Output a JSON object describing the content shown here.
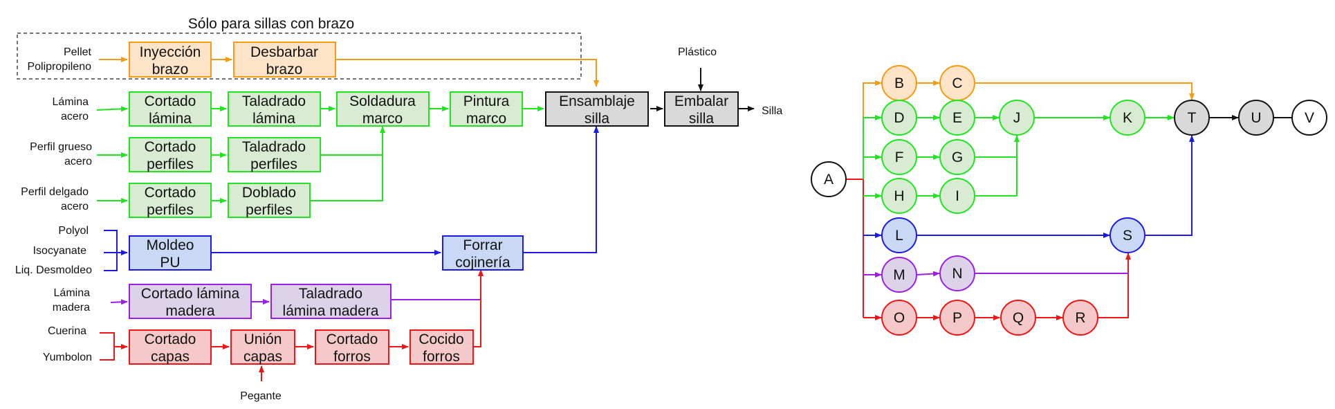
{
  "flow": {
    "title": "Sólo para sillas con brazo",
    "inputs": {
      "pellet": [
        "Pellet",
        "Polipropileno"
      ],
      "lamina_acero": [
        "Lámina",
        "acero"
      ],
      "perfil_grueso": [
        "Perfil grueso",
        "acero"
      ],
      "perfil_delgado": [
        "Perfil delgado",
        "acero"
      ],
      "polyol": "Polyol",
      "isocyanate": "Isocyanate",
      "liq_desmoldeo": "Liq. Desmoldeo",
      "lamina_madera": [
        "Lámina",
        "madera"
      ],
      "cuerina": "Cuerina",
      "yumbolon": "Yumbolon",
      "pegante": "Pegante",
      "plastico": "Plástico",
      "silla": "Silla"
    },
    "steps": {
      "inyeccion": [
        "Inyección",
        "brazo"
      ],
      "desbarbar": [
        "Desbarbar",
        "brazo"
      ],
      "cortado_lamina": [
        "Cortado",
        "lámina"
      ],
      "taladrado_lamina": [
        "Taladrado",
        "lámina"
      ],
      "soldadura": [
        "Soldadura",
        "marco"
      ],
      "pintura": [
        "Pintura",
        "marco"
      ],
      "ensamblaje": [
        "Ensamblaje",
        "silla"
      ],
      "embalar": [
        "Embalar",
        "silla"
      ],
      "cortado_perfiles_g": [
        "Cortado",
        "perfiles"
      ],
      "taladrado_perfiles": [
        "Taladrado",
        "perfiles"
      ],
      "cortado_perfiles_d": [
        "Cortado",
        "perfiles"
      ],
      "doblado_perfiles": [
        "Doblado",
        "perfiles"
      ],
      "moldeo": [
        "Moldeo",
        "PU"
      ],
      "forrar": [
        "Forrar",
        "cojinería"
      ],
      "cortado_madera": [
        "Cortado lámina",
        "madera"
      ],
      "taladrado_madera": [
        "Taladrado",
        "lámina madera"
      ],
      "cortado_capas": [
        "Cortado",
        "capas"
      ],
      "union_capas": [
        "Unión",
        "capas"
      ],
      "cortado_forros": [
        "Cortado",
        "forros"
      ],
      "cocido_forros": [
        "Cocido",
        "forros"
      ]
    }
  },
  "network": {
    "nodes": [
      "A",
      "B",
      "C",
      "D",
      "E",
      "F",
      "G",
      "H",
      "I",
      "J",
      "K",
      "L",
      "M",
      "N",
      "O",
      "P",
      "Q",
      "R",
      "S",
      "T",
      "U",
      "V"
    ]
  },
  "colors": {
    "orange": "#f39c12",
    "orange_fill": "#fde3c8",
    "green": "#1ee61e",
    "green_fill": "#d9ebd3",
    "blue": "#1a1ae6",
    "blue_fill": "#c9d8f5",
    "purple": "#9b1ee6",
    "purple_fill": "#dcd3ea",
    "red": "#f01414",
    "red_fill": "#f5c9c9",
    "gray_fill": "#d9d9d9",
    "black": "#111111"
  }
}
